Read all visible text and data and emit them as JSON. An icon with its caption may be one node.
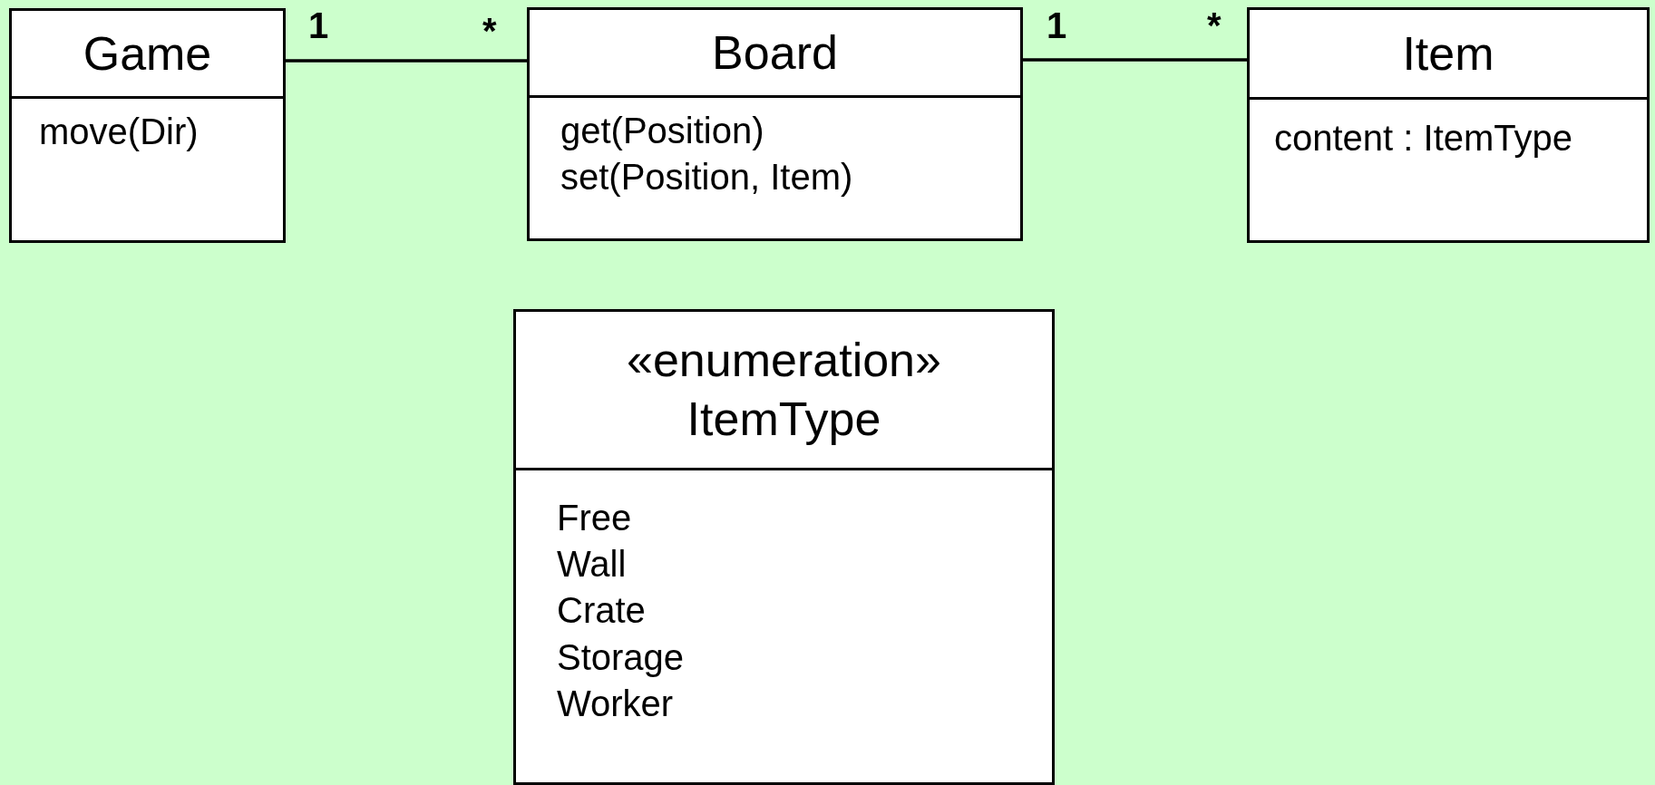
{
  "diagram": {
    "nodes": [
      {
        "text": [
          "Game",
          "move(Dir)"
        ]
      },
      {
        "text": [
          "Board",
          "get(Position)",
          "set(Position, Item)"
        ]
      },
      {
        "text": [
          "Item",
          "content : ItemType"
        ]
      },
      {
        "text": [
          "«enumeration»",
          "ItemType",
          "Free",
          "Wall",
          "Crate",
          "Storage",
          "Worker"
        ]
      }
    ],
    "edges": [
      {
        "from": 0,
        "to": 1,
        "arrow": "none"
      },
      {
        "from": 1,
        "to": 2,
        "arrow": "none"
      }
    ],
    "labels": [
      "1",
      "*",
      "1",
      "*"
    ]
  }
}
